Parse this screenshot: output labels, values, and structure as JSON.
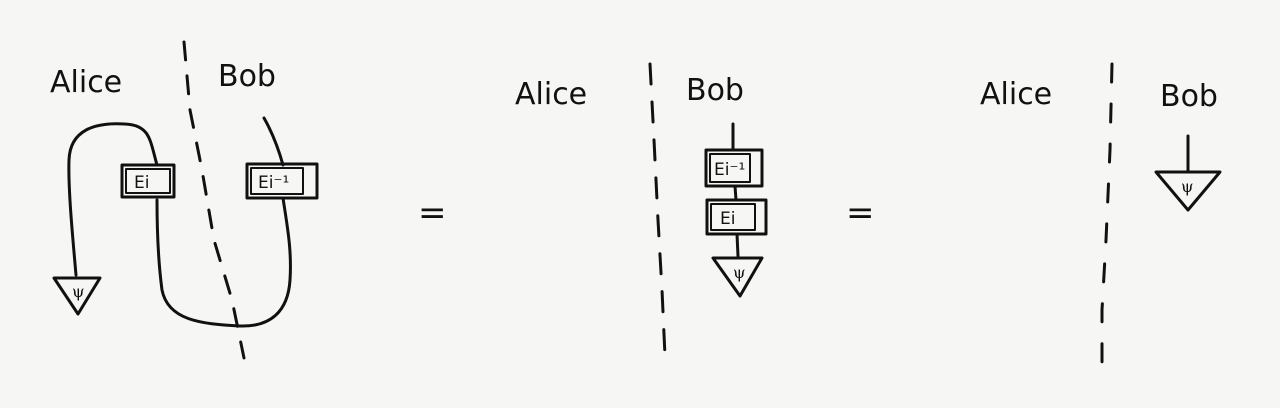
{
  "panels": [
    {
      "alice_label": "Alice",
      "bob_label": "Bob",
      "box_a": "Ei",
      "box_b": "Ei⁻¹",
      "state": "ψ"
    },
    {
      "alice_label": "Alice",
      "bob_label": "Bob",
      "box_a": "Ei⁻¹",
      "box_b": "Ei",
      "state": "ψ"
    },
    {
      "alice_label": "Alice",
      "bob_label": "Bob",
      "state": "ψ"
    }
  ],
  "equals_1": "=",
  "equals_2": "=",
  "colors": {
    "ink": "#111111",
    "paper": "#f6f6f4"
  }
}
